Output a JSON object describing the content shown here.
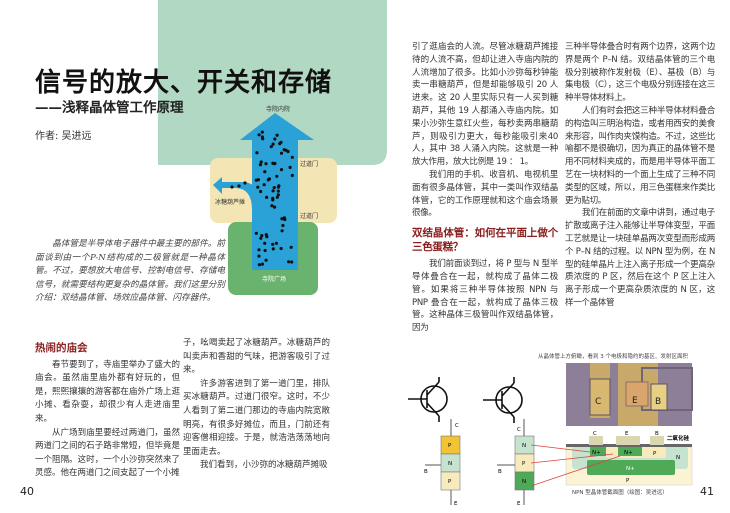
{
  "title": "信号的放大、开关和存储",
  "subtitle": "——浅释晶体管工作原理",
  "author": "作者: 吴进远",
  "intro": "晶体管是半导体电子器件中最主要的部件。前面谈到由一个P-N结构成的二极管就是一种晶体管。不过，要想放大电信号、控制电信号、存储电信号，就需要结构更复杂的晶体管。我们这里分别介绍：双结晶体管、场效应晶体管、闪存器件。",
  "hero": {
    "inner": "寺院内院",
    "gate1": "过道门",
    "gate2": "过道门",
    "stall": "冰糖葫芦摊",
    "square": "寺院广场"
  },
  "section1": {
    "heading": "热闹的庙会",
    "p1": "春节要到了，寺庙里举办了盛大的庙会。虽然庙里庙外都有好玩的，但是，熙熙攘攘的游客都在庙外广场上逛小摊、看杂耍，却很少有人走进庙里来。",
    "p2": "从广场到庙里要经过两道门，虽然两道门之间的石子路非常短，但毕竟是一个阻隔。这时，一个小沙弥突然来了灵感。他在两道门之间支起了一个小摊",
    "p2b": "子，吆喝卖起了冰糖葫芦。冰糖葫芦的叫卖声和香甜的气味，把游客吸引了过来。",
    "p3": "许多游客进到了第一道门里，排队买冰糖葫芦。过道门很窄。这时，不少人看到了第二道门那边的寺庙内院宽敞明亮，有很多好摊位，而且，门前还有迎客僧相迎接。于是，就浩浩荡荡地向里面走去。",
    "p4": "我们看到，小沙弥的冰糖葫芦摊吸"
  },
  "right": {
    "a1": "引了逛庙会的人流。尽管冰糖葫芦摊接待的人流不高，但却让进入寺庙内院的人流增加了很多。比如小沙弥每秒钟能卖一串糖葫芦，但是却能够吸引 20 人进来。这 20 人里实际只有一人买到糖葫芦，其他 19 人都涌入寺庙内院。如果小沙弥生意红火些，每秒卖两串糖葫芦，则吸引力更大，每秒能吸引来40人，其中 38 人涌入内院。这就是一种放大作用，放大比例是 19 ： 1。",
    "a2": "我们用的手机、收音机、电视机里面有很多晶体管，其中一类叫作双结晶体管，它的工作原理就和这个庙会场景很像。",
    "heading": "双结晶体管：如何在平面上做个三色蛋糕？",
    "a3": "我们前面谈到过，将 P 型与 N 型半导体叠合在一起，就构成了晶体二极管。如果将三种半导体按照 NPN 与 PNP 叠合在一起，就构成了晶体三极管。这种晶体三极管叫作双结晶体管，因为",
    "b1": "三种半导体叠合时有两个边界，这两个边界是两个 P–N 结。双结晶体管的三个电极分别被称作发射极（E）、基极（B）与集电极（C），这三个电极分别连接在这三种半导体材料上。",
    "b2": "人们有时会把这三种半导体材料叠合的构造叫三明治构造，或者用西安的美食来形容，叫作肉夹馍构造。不过，这些比喻都不是很确切，因为真正的晶体管不是用不同材料夹成的，而是用半导体平面工艺在一块材料的一个面上生成了三种不同类型的区域，所以，用三色蛋糕来作类比更为贴切。",
    "b3": "我们在前面的文章中讲到，通过电子扩散或离子注入能够让半导体变型，平面工艺就是让一块硅单晶两次变型而形成两个 P–N 结的过程。以 NPN 型为例，在 N 型的硅单晶片上注入离子形成一个更高杂质浓度的 P 区，然后在这个 P 区上注入离子形成一个更高杂质浓度的 N 区，这样一个晶体管"
  },
  "figure": {
    "photo_caption": "从晶体管上方俯瞰，看到 3 个电极和隐约的基区、发射区面积",
    "photo_labels": [
      "C",
      "E",
      "B"
    ],
    "pnp_layers": [
      "P",
      "N",
      "P"
    ],
    "npn_layers": [
      "N",
      "P",
      "N"
    ],
    "pins": {
      "c": "C",
      "b": "B",
      "e": "E"
    },
    "xs_top": [
      "C",
      "E",
      "B"
    ],
    "xs_oxide": "二氧化硅",
    "xs_regions": {
      "n_plus_1": "N+",
      "n_plus_2": "N+",
      "p": "P",
      "n": "N",
      "buried": "N+",
      "substrate": "P"
    },
    "xs_caption": "NPN 型晶体管截面图（绘图：吴进远）"
  },
  "page_left": "40",
  "page_right": "41",
  "colors": {
    "accent": "#8b1f1f",
    "blue": "#2aa2d8",
    "mint": "#b1d8c2",
    "beige": "#f4e5b5",
    "green": "#6ab36f"
  }
}
